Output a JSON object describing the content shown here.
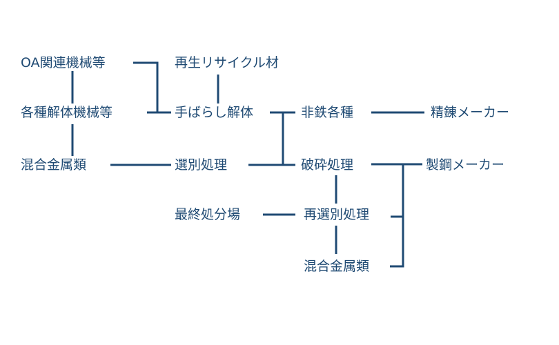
{
  "diagram": {
    "line_color": "#1f4a73",
    "text_color": "#1f4a73",
    "nodes": [
      {
        "id": "oa",
        "label": "OA関連機械等"
      },
      {
        "id": "various-machines",
        "label": "各種解体機械等"
      },
      {
        "id": "mixed-metals-1",
        "label": "混合金属類"
      },
      {
        "id": "recycled-material",
        "label": "再生リサイクル材"
      },
      {
        "id": "manual-dismantling",
        "label": "手ばらし解体"
      },
      {
        "id": "sorting",
        "label": "選別処理"
      },
      {
        "id": "final-disposal",
        "label": "最終処分場"
      },
      {
        "id": "nonferrous",
        "label": "非鉄各種"
      },
      {
        "id": "crushing",
        "label": "破砕処理"
      },
      {
        "id": "resorting",
        "label": "再選別処理"
      },
      {
        "id": "mixed-metals-2",
        "label": "混合金属類"
      },
      {
        "id": "refining-maker",
        "label": "精錬メーカー"
      },
      {
        "id": "steel-maker",
        "label": "製鋼メーカー"
      }
    ],
    "edges": [
      {
        "from": "oa",
        "to": "various-machines"
      },
      {
        "from": "various-machines",
        "to": "mixed-metals-1"
      },
      {
        "from": "oa",
        "to": "manual-dismantling"
      },
      {
        "from": "various-machines",
        "to": "manual-dismantling"
      },
      {
        "from": "recycled-material",
        "to": "manual-dismantling"
      },
      {
        "from": "mixed-metals-1",
        "to": "sorting"
      },
      {
        "from": "manual-dismantling",
        "to": "nonferrous"
      },
      {
        "from": "manual-dismantling",
        "to": "crushing"
      },
      {
        "from": "sorting",
        "to": "crushing"
      },
      {
        "from": "nonferrous",
        "to": "refining-maker"
      },
      {
        "from": "crushing",
        "to": "resorting"
      },
      {
        "from": "resorting",
        "to": "mixed-metals-2"
      },
      {
        "from": "final-disposal",
        "to": "resorting"
      },
      {
        "from": "crushing",
        "to": "steel-maker"
      },
      {
        "from": "resorting",
        "to": "steel-maker"
      },
      {
        "from": "mixed-metals-2",
        "to": "steel-maker"
      }
    ]
  }
}
